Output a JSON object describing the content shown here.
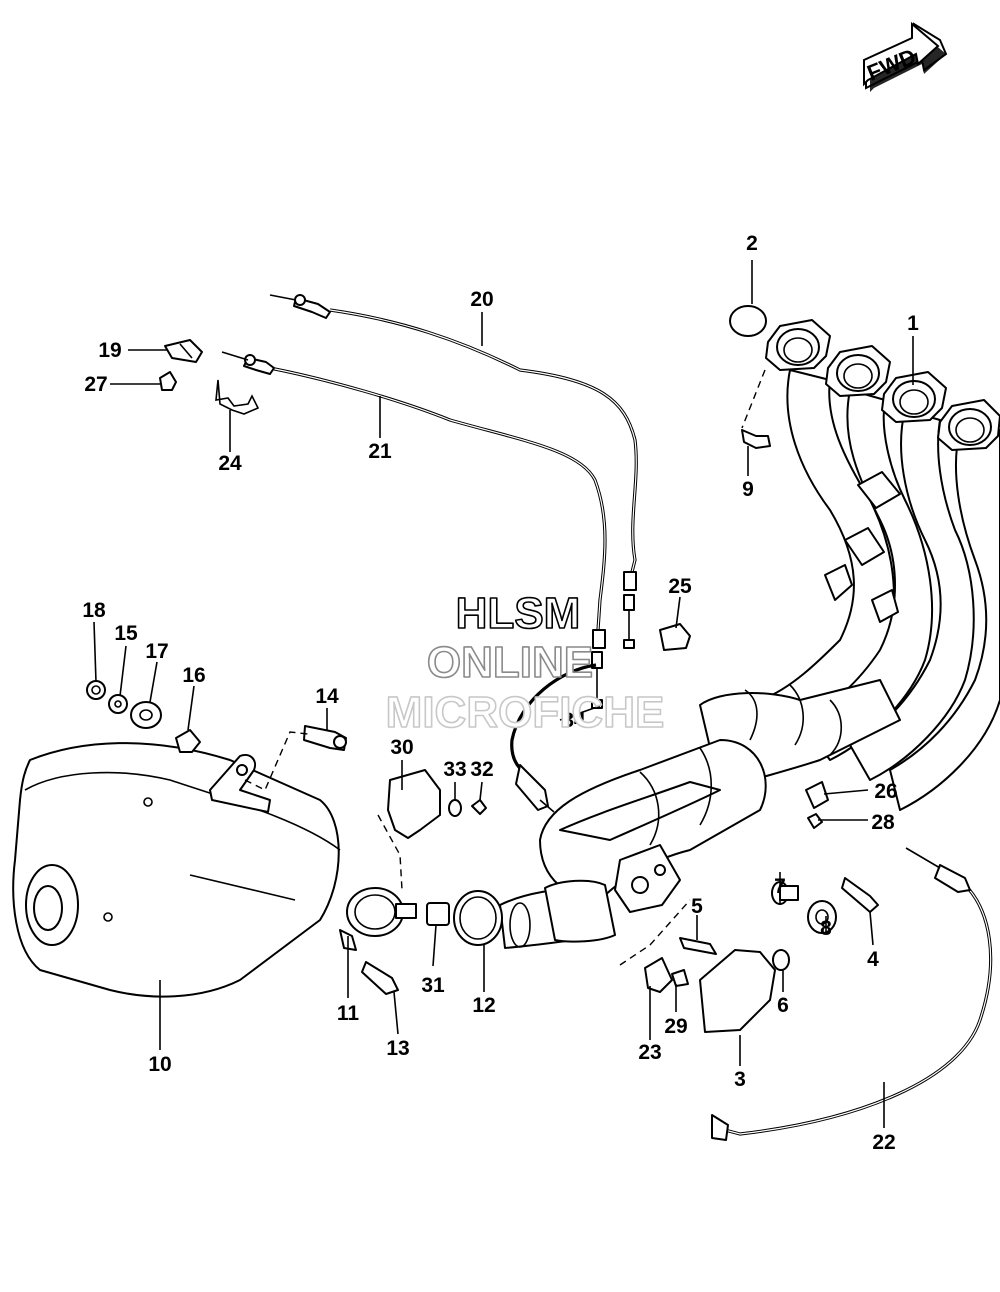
{
  "fwd_label": "FWD",
  "watermark": {
    "line1": "HLSM",
    "line2": "ONLINE",
    "line3": "MICROFICHE"
  },
  "callouts": {
    "c1": "1",
    "c2": "2",
    "c3": "3",
    "c4": "4",
    "c5": "5",
    "c6": "6",
    "c7": "7",
    "c8": "8",
    "c9": "9",
    "c10": "10",
    "c11": "11",
    "c12": "12",
    "c13": "13",
    "c14": "14",
    "c15": "15",
    "c16": "16",
    "c17": "17",
    "c18": "18",
    "c19": "19",
    "c20": "20",
    "c21": "21",
    "c22": "22",
    "c23": "23",
    "c24": "24",
    "c25": "25",
    "c26": "26",
    "c27": "27",
    "c28": "28",
    "c29": "29",
    "c30": "30",
    "c31": "31",
    "c32": "32",
    "c33": "33",
    "c34": "34"
  }
}
